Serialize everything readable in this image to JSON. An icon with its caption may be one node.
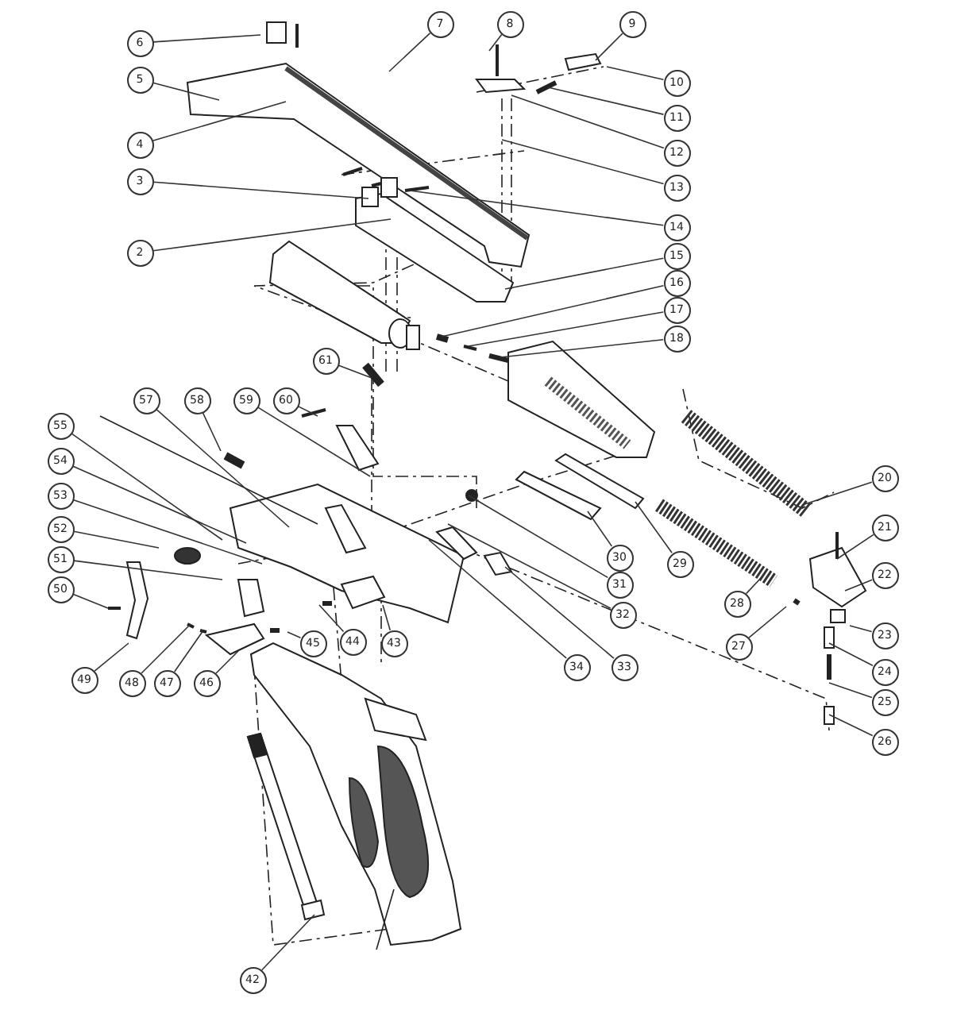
{
  "diagram": {
    "nodes": [
      {
        "text": [
          "7"
        ]
      },
      {
        "text": [
          "8"
        ]
      },
      {
        "text": [
          "9"
        ]
      },
      {
        "text": [
          "6"
        ]
      },
      {
        "text": [
          "5"
        ]
      },
      {
        "text": [
          "10"
        ]
      },
      {
        "text": [
          "11"
        ]
      },
      {
        "text": [
          "4"
        ]
      },
      {
        "text": [
          "12"
        ]
      },
      {
        "text": [
          "3"
        ]
      },
      {
        "text": [
          "13"
        ]
      },
      {
        "text": [
          "14"
        ]
      },
      {
        "text": [
          "2"
        ]
      },
      {
        "text": [
          "15"
        ]
      },
      {
        "text": [
          "16"
        ]
      },
      {
        "text": [
          "17"
        ]
      },
      {
        "text": [
          "18"
        ]
      },
      {
        "text": [
          "61"
        ]
      },
      {
        "text": [
          "57"
        ]
      },
      {
        "text": [
          "58"
        ]
      },
      {
        "text": [
          "59"
        ]
      },
      {
        "text": [
          "60"
        ]
      },
      {
        "text": [
          "55"
        ]
      },
      {
        "text": [
          "54"
        ]
      },
      {
        "text": [
          "53"
        ]
      },
      {
        "text": [
          "52"
        ]
      },
      {
        "text": [
          "51"
        ]
      },
      {
        "text": [
          "50"
        ]
      },
      {
        "text": [
          "20"
        ]
      },
      {
        "text": [
          "21"
        ]
      },
      {
        "text": [
          "22"
        ]
      },
      {
        "text": [
          "30"
        ]
      },
      {
        "text": [
          "29"
        ]
      },
      {
        "text": [
          "31"
        ]
      },
      {
        "text": [
          "32"
        ]
      },
      {
        "text": [
          "28"
        ]
      },
      {
        "text": [
          "23"
        ]
      },
      {
        "text": [
          "27"
        ]
      },
      {
        "text": [
          "24"
        ]
      },
      {
        "text": [
          "34"
        ]
      },
      {
        "text": [
          "33"
        ]
      },
      {
        "text": [
          "25"
        ]
      },
      {
        "text": [
          "26"
        ]
      },
      {
        "text": [
          "45"
        ]
      },
      {
        "text": [
          "44"
        ]
      },
      {
        "text": [
          "43"
        ]
      },
      {
        "text": [
          "49"
        ]
      },
      {
        "text": [
          "48"
        ]
      },
      {
        "text": [
          "47"
        ]
      },
      {
        "text": [
          "46"
        ]
      },
      {
        "text": [
          "42"
        ]
      }
    ],
    "edges": [
      {
        "from": 0,
        "to": null,
        "arrow": "none"
      },
      {
        "from": 1,
        "to": null,
        "arrow": "none"
      },
      {
        "from": 2,
        "to": null,
        "arrow": "none"
      },
      {
        "from": 3,
        "to": null,
        "arrow": "none"
      },
      {
        "from": 4,
        "to": null,
        "arrow": "none"
      },
      {
        "from": 5,
        "to": null,
        "arrow": "none"
      },
      {
        "from": 6,
        "to": null,
        "arrow": "none"
      },
      {
        "from": 7,
        "to": null,
        "arrow": "none"
      },
      {
        "from": 8,
        "to": null,
        "arrow": "none"
      },
      {
        "from": 9,
        "to": null,
        "arrow": "none"
      },
      {
        "from": 10,
        "to": null,
        "arrow": "none"
      },
      {
        "from": 11,
        "to": null,
        "arrow": "none"
      },
      {
        "from": 12,
        "to": null,
        "arrow": "none"
      },
      {
        "from": 13,
        "to": null,
        "arrow": "none"
      },
      {
        "from": 14,
        "to": null,
        "arrow": "none"
      },
      {
        "from": 15,
        "to": null,
        "arrow": "none"
      },
      {
        "from": 16,
        "to": null,
        "arrow": "none"
      },
      {
        "from": 17,
        "to": null,
        "arrow": "none"
      },
      {
        "from": 18,
        "to": null,
        "arrow": "none"
      },
      {
        "from": 19,
        "to": null,
        "arrow": "none"
      },
      {
        "from": 20,
        "to": null,
        "arrow": "none"
      },
      {
        "from": 21,
        "to": null,
        "arrow": "none"
      },
      {
        "from": 22,
        "to": null,
        "arrow": "none"
      },
      {
        "from": 23,
        "to": null,
        "arrow": "none"
      },
      {
        "from": 24,
        "to": null,
        "arrow": "none"
      },
      {
        "from": 25,
        "to": null,
        "arrow": "none"
      },
      {
        "from": 26,
        "to": null,
        "arrow": "none"
      },
      {
        "from": 27,
        "to": null,
        "arrow": "none"
      },
      {
        "from": 28,
        "to": null,
        "arrow": "none"
      },
      {
        "from": 29,
        "to": null,
        "arrow": "none"
      },
      {
        "from": 30,
        "to": null,
        "arrow": "none"
      },
      {
        "from": 31,
        "to": null,
        "arrow": "none"
      },
      {
        "from": 32,
        "to": null,
        "arrow": "none"
      },
      {
        "from": 33,
        "to": null,
        "arrow": "none"
      },
      {
        "from": 34,
        "to": null,
        "arrow": "none"
      },
      {
        "from": 35,
        "to": null,
        "arrow": "none"
      },
      {
        "from": 36,
        "to": null,
        "arrow": "none"
      },
      {
        "from": 37,
        "to": null,
        "arrow": "none"
      },
      {
        "from": 38,
        "to": null,
        "arrow": "none"
      },
      {
        "from": 39,
        "to": null,
        "arrow": "none"
      },
      {
        "from": 40,
        "to": null,
        "arrow": "none"
      },
      {
        "from": 41,
        "to": null,
        "arrow": "none"
      },
      {
        "from": 42,
        "to": null,
        "arrow": "none"
      },
      {
        "from": 43,
        "to": null,
        "arrow": "none"
      },
      {
        "from": 44,
        "to": null,
        "arrow": "none"
      },
      {
        "from": 45,
        "to": null,
        "arrow": "none"
      },
      {
        "from": 46,
        "to": null,
        "arrow": "none"
      },
      {
        "from": 47,
        "to": null,
        "arrow": "none"
      },
      {
        "from": 48,
        "to": null,
        "arrow": "none"
      },
      {
        "from": 49,
        "to": null,
        "arrow": "none"
      },
      {
        "from": 50,
        "to": null,
        "arrow": "none"
      }
    ]
  }
}
